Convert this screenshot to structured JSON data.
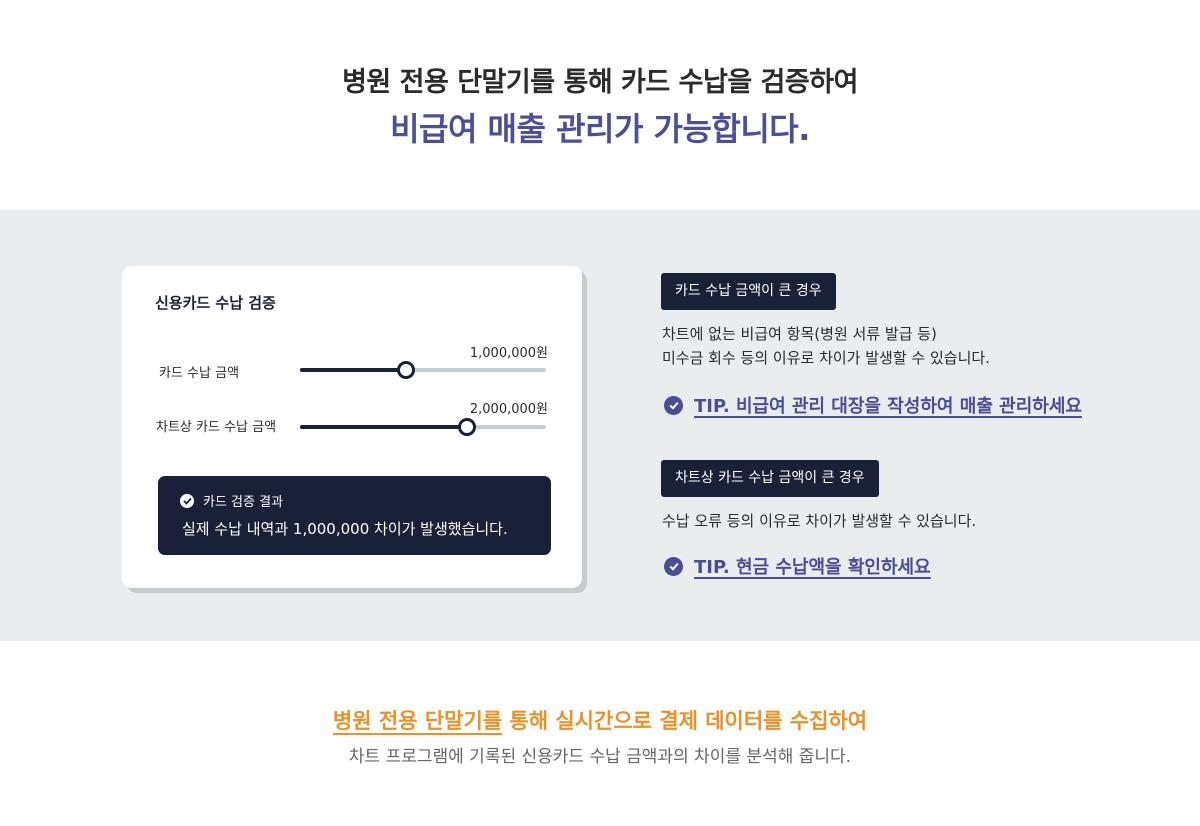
{
  "hero": {
    "line1": "병원 전용 단말기를 통해 카드 수납을 검증하여",
    "line2": "비급여 매출 관리가 가능합니다."
  },
  "card": {
    "title": "신용카드 수납 검증",
    "rows": [
      {
        "label": "카드 수납 금액",
        "value": "1,000,000원",
        "level": 0.43
      },
      {
        "label": "차트상 카드 수납 금액",
        "value": "2,000,000원",
        "level": 0.68
      }
    ],
    "result": {
      "heading": "카드 검증 결과",
      "text": "실제 수납 내역과 1,000,000 차이가 발생했습니다."
    }
  },
  "cases": [
    {
      "badge": "카드 수납 금액이 큰 경우",
      "lines": [
        "차트에 없는 비급여 항목(병원 서류 발급 등)",
        "미수금 회수 등의 이유로 차이가 발생할 수 있습니다."
      ],
      "tip": "TIP. 비급여 관리 대장을 작성하여 매출 관리하세요"
    },
    {
      "badge": "차트상 카드 수납 금액이 큰 경우",
      "lines": [
        "수납 오류 등의 이유로 차이가 발생할 수 있습니다."
      ],
      "tip": "TIP. 현금 수납액을 확인하세요"
    }
  ],
  "footer": {
    "emphasis": "병원 전용 단말기를",
    "line1_rest": " 통해 실시간으로 결제 데이터를 수집하여",
    "line2": "차트 프로그램에 기록된 신용카드 수납 금액과의 차이를 분석해 줍니다."
  },
  "colors": {
    "accent": "#4c4f98",
    "dark": "#192139",
    "orange": "#e8922a",
    "band": "#e9edee"
  },
  "icons": [
    "check-circle-icon"
  ]
}
